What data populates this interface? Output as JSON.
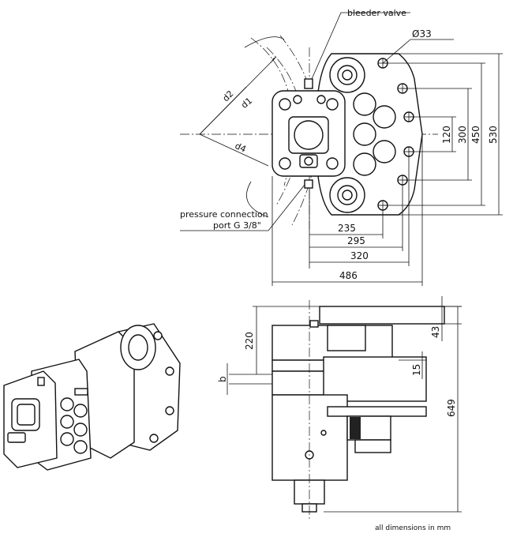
{
  "labels": {
    "bleeder_valve": "bleeder valve",
    "diameter": "Ø33",
    "d1": "d1",
    "d2": "d2",
    "d4": "d4",
    "pressure_line1": "pressure connection",
    "pressure_line2": "port G 3/8\"",
    "b": "b",
    "footer": "all dimensions in mm"
  },
  "dimensions": {
    "top_120": "120",
    "top_300": "300",
    "top_450": "450",
    "top_530": "530",
    "top_235": "235",
    "top_295": "295",
    "top_320": "320",
    "top_486": "486",
    "side_220": "220",
    "side_43": "43",
    "side_15": "15",
    "side_649": "649"
  }
}
